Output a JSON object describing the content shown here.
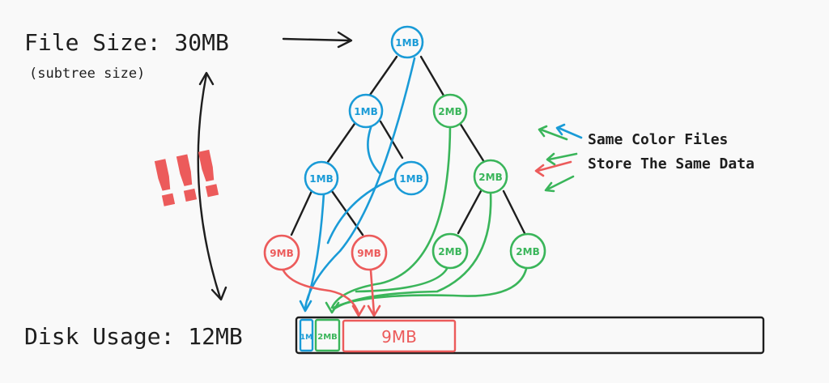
{
  "labels": {
    "file_size": "File Size: 30MB",
    "file_size_note": "(subtree size)",
    "disk_usage": "Disk Usage: 12MB",
    "exclaim": "!!!"
  },
  "legend": {
    "line1": "Same Color Files",
    "line2": "Store The Same Data"
  },
  "colors": {
    "blue": "#1a9bd7",
    "green": "#3ab55a",
    "red": "#ec5b5b",
    "ink": "#1e1e1e"
  },
  "nodes": {
    "root": "1MB",
    "l1_left": "1MB",
    "l1_right": "2MB",
    "l2_a": "1MB",
    "l2_b": "1MB",
    "l2_c": "2MB",
    "l3_a": "9MB",
    "l3_b": "9MB",
    "l3_c": "2MB",
    "l3_d": "2MB"
  },
  "disk_blocks": {
    "blue": "1M",
    "green": "2MB",
    "red": "9MB"
  }
}
